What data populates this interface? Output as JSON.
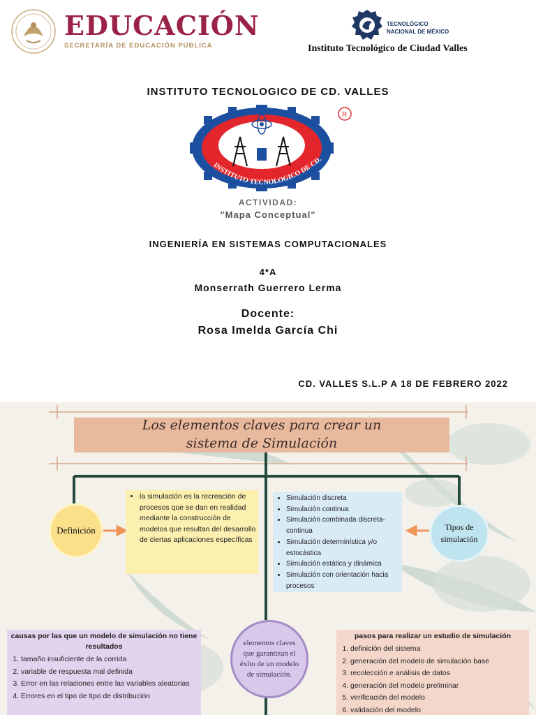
{
  "header": {
    "sep_word": "EDUCACIÓN",
    "sep_subtitle": "SECRETARÍA DE EDUCACIÓN PÚBLICA",
    "tecnm_line1": "TECNOLÓGICO",
    "tecnm_line2": "NACIONAL DE MÉXICO",
    "campus_name": "Instituto Tecnológico de Ciudad Valles"
  },
  "cover": {
    "institute": "INSTITUTO TECNOLOGICO DE CD. VALLES",
    "logo_text": "INSTITUTO TECNOLOGICO DE CD. VALLES",
    "activity_label": "ACTIVIDAD:",
    "activity_value": "\"Mapa Conceptual\"",
    "career": "INGENIERÍA EN SISTEMAS COMPUTACIONALES",
    "group": "4*A",
    "student": "Monserrath Guerrero Lerma",
    "teacher_label": "Docente:",
    "teacher_name": "Rosa Imelda García Chi",
    "place_date": "CD. VALLES S.L.P A 18 DE FEBRERO 2022"
  },
  "concept_map": {
    "title_line1": "Los elementos claves para crear un",
    "title_line2": "sistema de Simulación",
    "definition": {
      "label": "Definición",
      "text": "la simulación es la recreación de procesos que se dan en realidad mediante la construcción de modelos que resultan del desarrollo de ciertas aplicaciones específicas"
    },
    "types": {
      "label_line1": "Tipos de",
      "label_line2": "simulación",
      "items": [
        "Simulación discreta",
        "Simulación continua",
        "Simulación combinada discreta-continua",
        "Simulación determinística y/o estocástica",
        "Simulación estática y dinámica",
        "Simulación con orientación hacia procesos"
      ]
    },
    "key_elements": {
      "line1": "elementos claves",
      "line2": "que garantizan el",
      "line3": "éxito de un modelo",
      "line4": "de simulación."
    },
    "causes": {
      "heading": "causas por las que un modelo de simulación no tiene resultados",
      "items": [
        "tamaño insuficiente de la corrida",
        "variable de respuesta mal definida",
        "Error en las relaciones entre las variables aleatorias",
        "Errores en el tipo de tipo de distribución"
      ]
    },
    "steps": {
      "heading": "pasos para realizar un estudio de simulación",
      "items": [
        "definición del sistema",
        "generación del modelo de simulación base",
        " recolección e análisis de datos",
        "generación del modelo preliminar",
        "verificación del modelo",
        " validación del modelo"
      ]
    },
    "colors": {
      "connector": "#234a3c",
      "arrow": "#f0955a",
      "title_box": "#e8b99c"
    }
  }
}
